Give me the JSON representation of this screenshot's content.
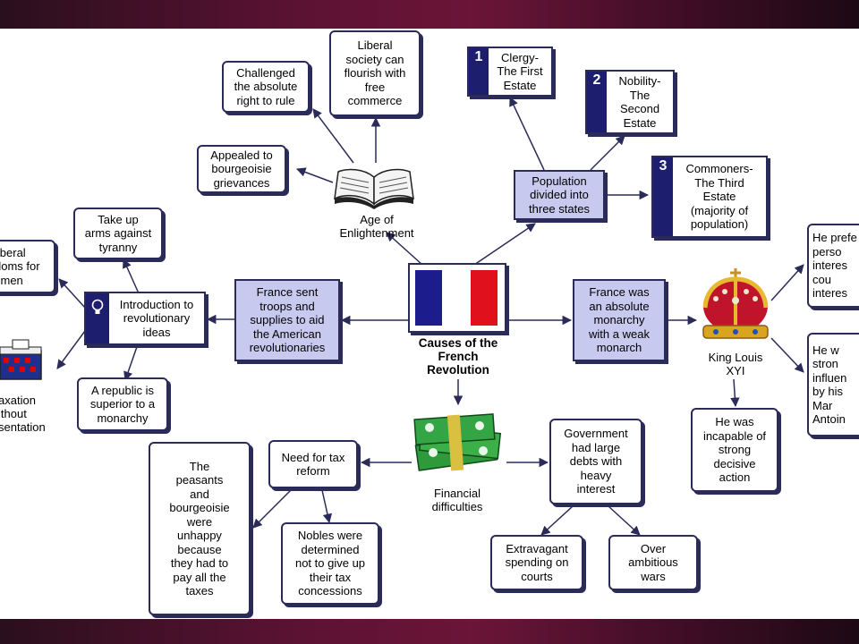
{
  "title": "Causes of the French Revolution",
  "center": {
    "label": "Causes of the\nFrench\nRevolution",
    "flag_icon": "french-flag-icon"
  },
  "enlightenment": {
    "caption": "Age of\nEnlightenment",
    "icon": "open-book-icon",
    "challenged": "Challenged\nthe absolute\nright to rule",
    "liberal": "Liberal\nsociety can\nflourish with\nfree\ncommerce",
    "appealed": "Appealed to\nbourgeoisie\ngrievances"
  },
  "estates": {
    "population": "Population\ndivided into\nthree states",
    "first_num": "1",
    "first": "Clergy-\nThe First\nEstate",
    "second_num": "2",
    "second": "Nobility-\nThe\nSecond\nEstate",
    "third_num": "3",
    "third": "Commoners-\nThe Third\nEstate\n(majority of\npopulation)"
  },
  "american": {
    "france_sent": "France sent\ntroops and\nsupplies to aid\nthe American\nrevolutionaries",
    "intro": "Introduction to\nrevolutionary\nideas",
    "intro_icon": "lightbulb-icon",
    "take_up": "Take up\narms against\ntyranny",
    "liberal_freedoms": "liberal\ndoms for\nl men",
    "republic": "A republic is\nsuperior to a\nmonarchy",
    "taxation": "axation\nithout\nsentation",
    "taxation_icon": "ballot-box-icon"
  },
  "monarchy": {
    "absolute": "France was\nan absolute\nmonarchy\nwith a weak\nmonarch",
    "king_caption": "King Louis\nXYI",
    "crown_icon": "crown-icon",
    "incapable": "He was\nincapable of\nstrong\ndecisive\naction",
    "preferred": "He prefe\nperso\ninteres\ncou\ninteres",
    "influenced": "He w\nstron\ninfluen\nby his\nMar\nAntoin"
  },
  "financial": {
    "caption": "Financial\ndifficulties",
    "money_icon": "money-stack-icon",
    "tax_reform": "Need for tax\nreform",
    "peasants": "The\npeasants\nand\nbourgeoisie\nwere\nunhappy\nbecause\nthey had to\npay all the\ntaxes",
    "nobles": "Nobles were\ndetermined\nnot to give up\ntheir tax\nconcessions",
    "debts": "Government\nhad large\ndebts with\nheavy\ninterest",
    "extravagant": "Extravagant\nspending on\ncourts",
    "wars": "Over\nambitious\nwars"
  },
  "colors": {
    "background_dark": "#5c1233",
    "node_border": "#2b2b5a",
    "node_blue": "#c8c9ef",
    "estate_number": "#1e1e6e",
    "flag_blue": "#1c1c8c",
    "flag_red": "#e0101c"
  }
}
